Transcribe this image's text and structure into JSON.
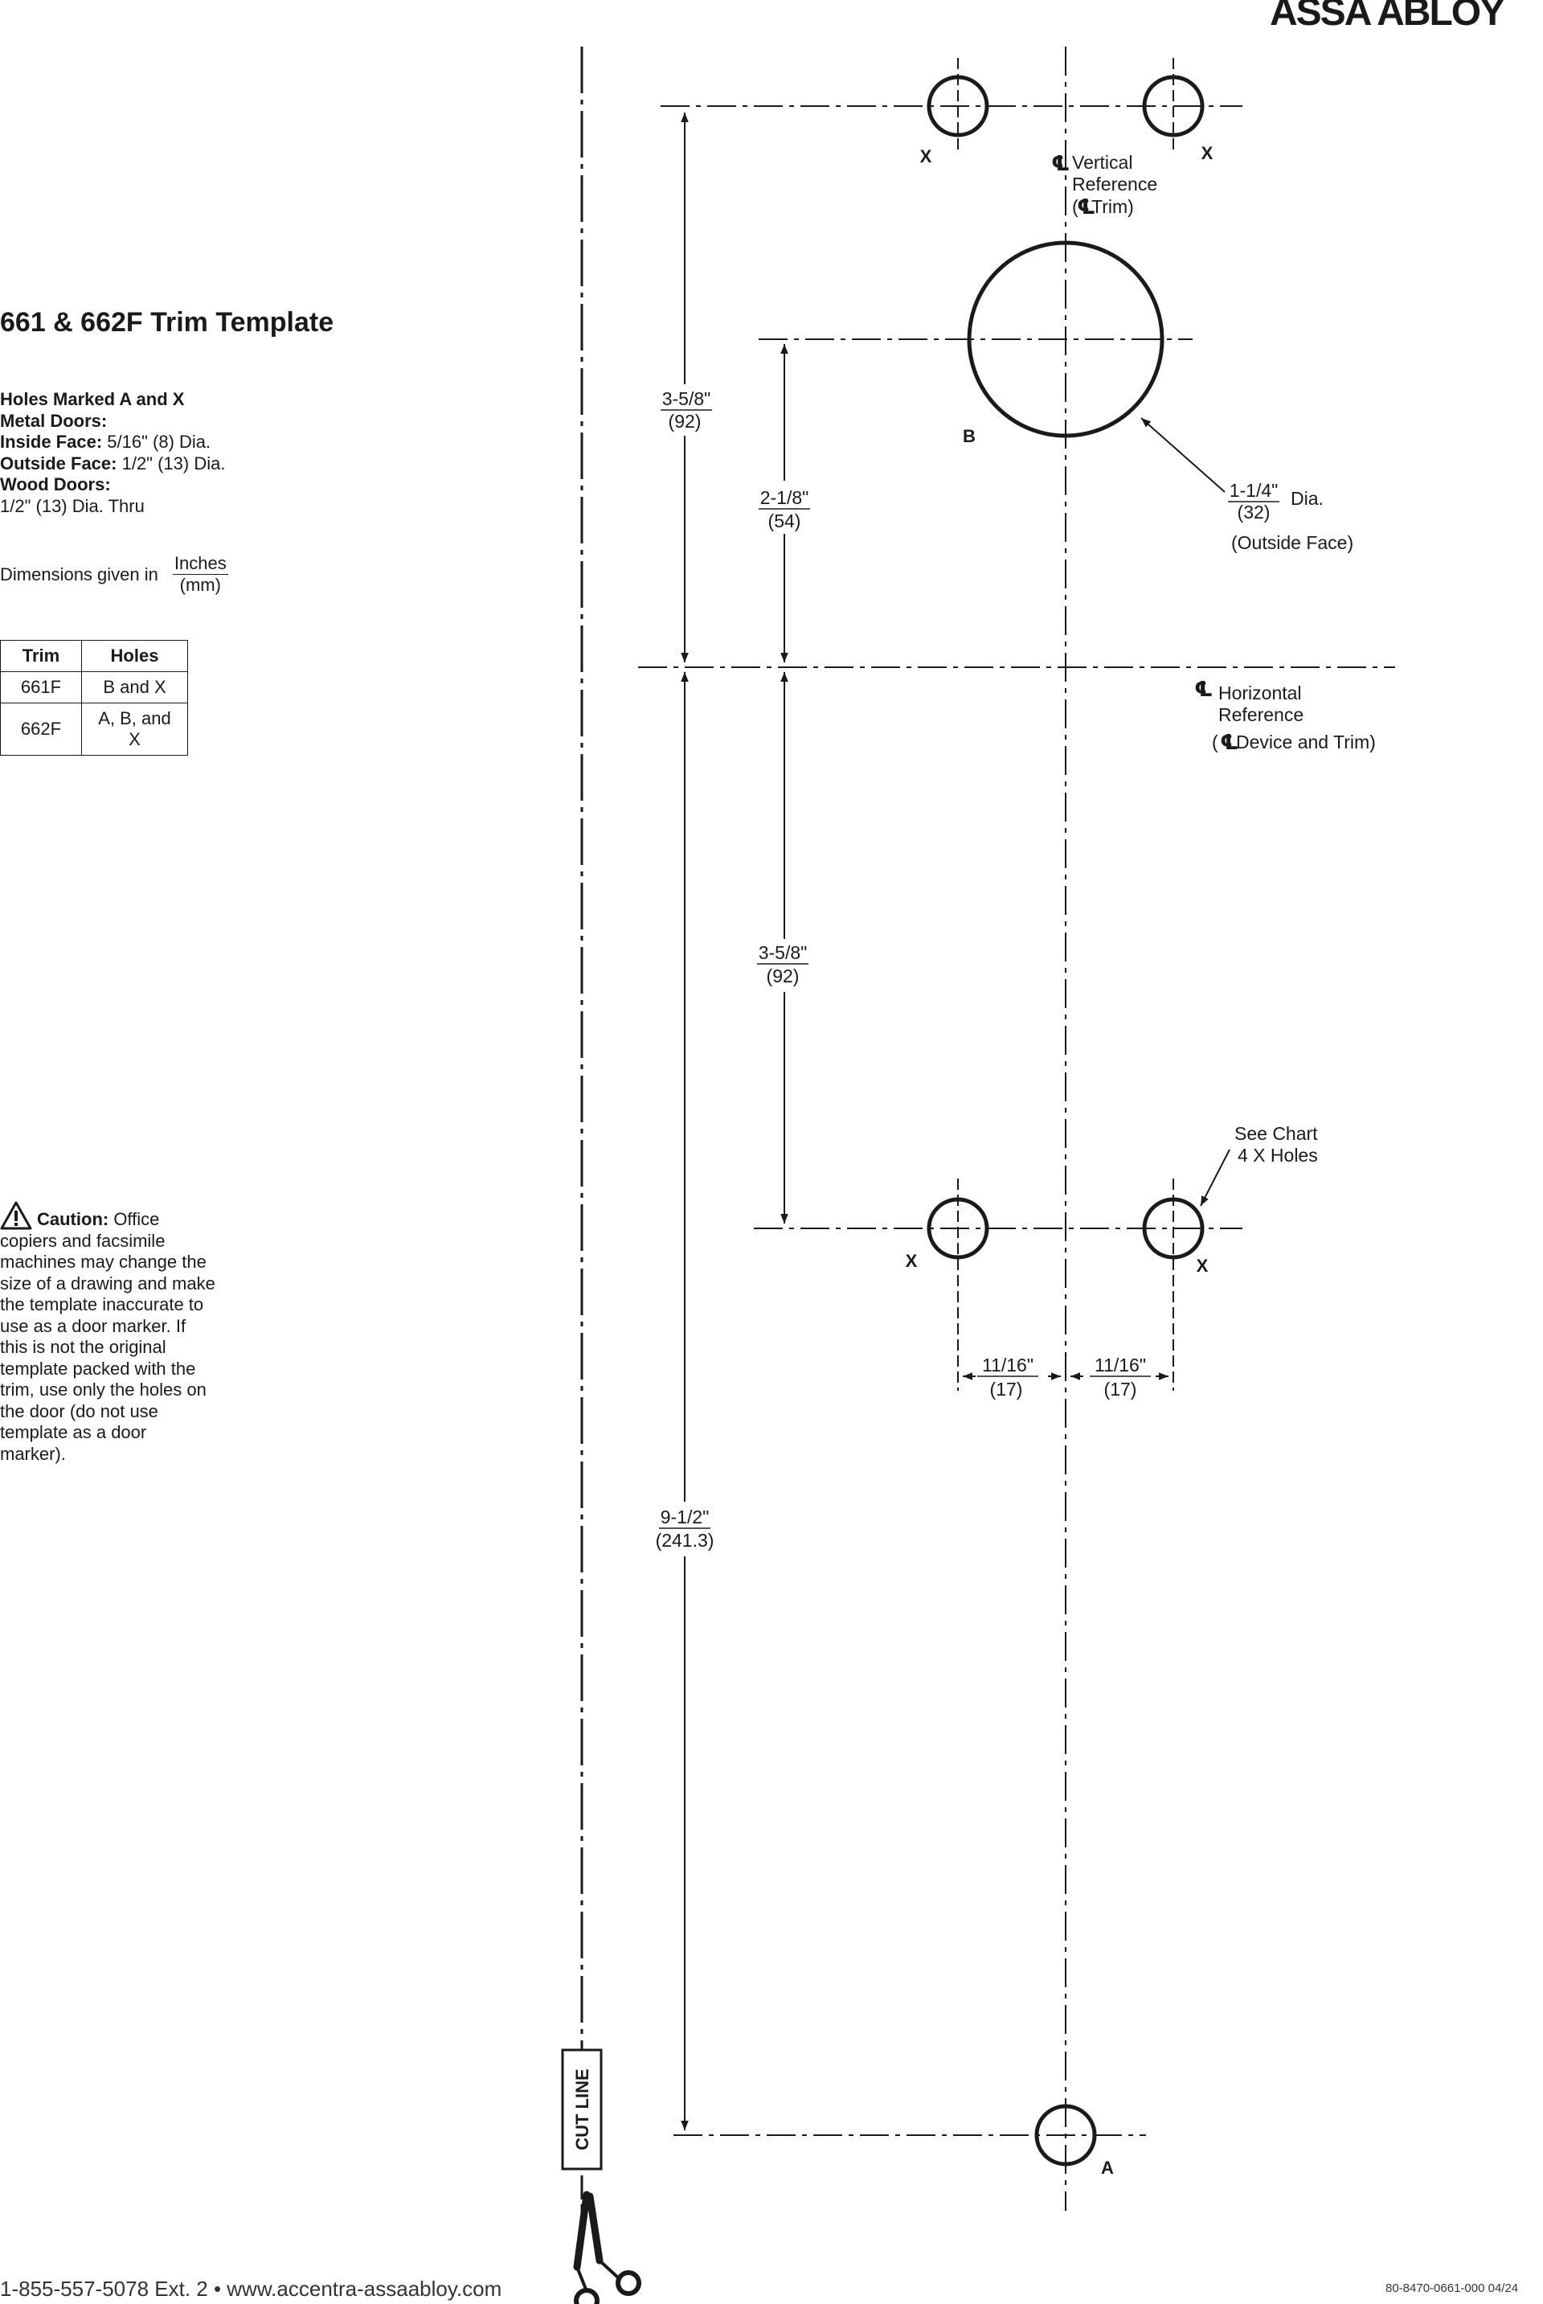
{
  "brand": "ASSA ABLOY",
  "title": "661 & 662F Trim Template",
  "holes_note": {
    "heading": "Holes Marked A and X",
    "metal_doors": "Metal Doors:",
    "inside_face_label": "Inside Face:",
    "inside_face_value": " 5/16\" (8) Dia.",
    "outside_face_label": "Outside Face:",
    "outside_face_value": " 1/2\" (13) Dia.",
    "wood_doors": "Wood Doors:",
    "wood_value": "1/2\" (13) Dia. Thru"
  },
  "units_note": {
    "label": "Dimensions given in",
    "numerator": "Inches",
    "denominator": "(mm)"
  },
  "hole_chart": {
    "headers": [
      "Trim",
      "Holes"
    ],
    "rows": [
      [
        "661F",
        "B and X"
      ],
      [
        "662F",
        "A, B, and X"
      ]
    ]
  },
  "caution": {
    "label": "Caution:",
    "text": " Office copiers and facsimile machines may change the size of a drawing and make the template inaccurate to use as a door marker. If this is not the original template packed with the trim, use only the holes on the door (do not use template as a door marker)."
  },
  "drawing": {
    "hole_labels": {
      "x": "X",
      "a": "A",
      "b": "B"
    },
    "centerline_symbol": "℄",
    "vertical_reference": [
      "Vertical",
      "Reference",
      "(",
      "Trim)"
    ],
    "horizontal_reference": [
      "Horizontal",
      "Reference",
      "(",
      " Device and Trim)"
    ],
    "dimensions": {
      "top_to_horizontal": {
        "in": "3-5/8\"",
        "mm": "(92)"
      },
      "b_to_horizontal": {
        "in": "2-1/8\"",
        "mm": "(54)"
      },
      "horizontal_to_lower_x": {
        "in": "3-5/8\"",
        "mm": "(92)"
      },
      "horizontal_to_a": {
        "in": "9-1/2\"",
        "mm": "(241.3)"
      },
      "x_offset_left": {
        "in": "11/16\"",
        "mm": "(17)"
      },
      "x_offset_right": {
        "in": "11/16\"",
        "mm": "(17)"
      },
      "b_diameter": {
        "in": "1-1/4\"",
        "mm": "(32)",
        "suffix": "Dia.",
        "note": "(Outside Face)"
      }
    },
    "see_chart": [
      "See Chart",
      "4 X Holes"
    ],
    "cut_line": "CUT LINE"
  },
  "footer": {
    "contact": "1-855-557-5078 Ext. 2  •  www.accentra-assaabloy.com",
    "doc_number": "80-8470-0661-000  04/24"
  }
}
